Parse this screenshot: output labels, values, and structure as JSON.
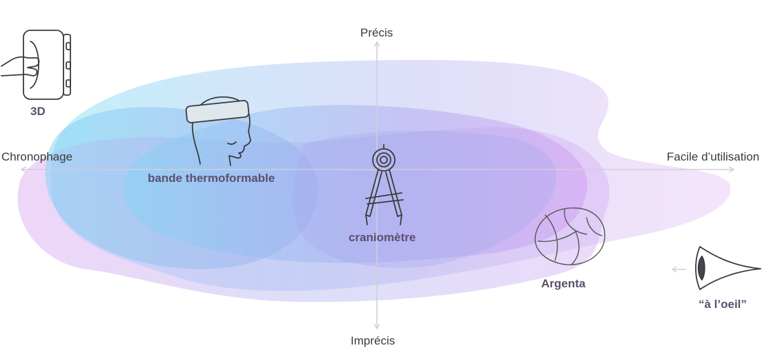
{
  "axes": {
    "top": "Précis",
    "bottom": "Imprécis",
    "left": "Chronophage",
    "right": "Facile d’utilisation"
  },
  "items": {
    "scanner": "3D",
    "band": "bande thermoformable",
    "compass": "craniomètre",
    "argenta": "Argenta",
    "eye": "“à l’oeil”"
  },
  "colors": {
    "axis": "#cfcfd6",
    "blob_blue": "#7fd6f0",
    "blob_purple": "#d8a8f0",
    "label": "#5a4f6e",
    "icon_stroke": "#3a3a3a"
  },
  "icons": {
    "scanner": "3d-scanner-hand-icon",
    "band": "head-with-band-icon",
    "compass": "compass-icon",
    "argenta": "helmet-icon",
    "eye": "eye-icon"
  }
}
